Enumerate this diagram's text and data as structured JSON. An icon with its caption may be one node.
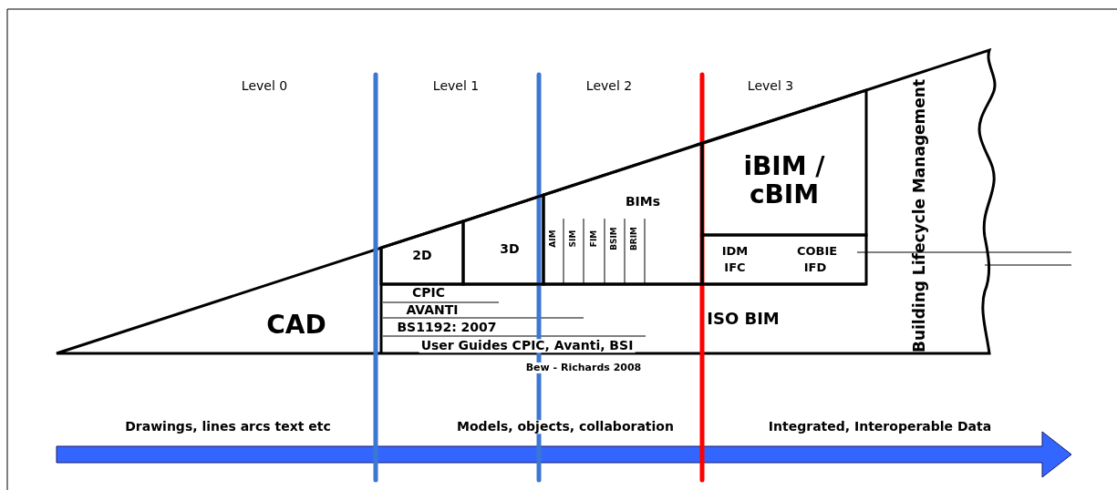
{
  "diagram": {
    "nodes": [
      {
        "text": [
          "2D"
        ]
      },
      {
        "text": [
          "3D"
        ]
      },
      {
        "text": [
          "BIMs"
        ]
      },
      {
        "text": [
          "AIM"
        ],
        "in": 2
      },
      {
        "text": [
          "SIM"
        ],
        "in": 2
      },
      {
        "text": [
          "FIM"
        ],
        "in": 2
      },
      {
        "text": [
          "BSIM"
        ],
        "in": 2
      },
      {
        "text": [
          "BRIM"
        ],
        "in": 2
      },
      {
        "text": [
          "iBIM / cBIM"
        ]
      },
      {
        "text": [
          "IDM IFC",
          "COBIE IFD"
        ]
      }
    ],
    "edges": [],
    "labels": [
      "Level 0",
      "Level 1",
      "Level 2",
      "Level 3",
      "Building Lifecycle Management",
      "CAD",
      "CPIC",
      "AVANTI",
      "BS1192: 2007",
      "User Guides CPIC, Avanti, BSI",
      "ISO BIM",
      "Bew - Richards 2008",
      "Drawings, lines arcs text etc",
      "Models, objects, collaboration",
      "Integrated, Interoperable Data"
    ]
  }
}
